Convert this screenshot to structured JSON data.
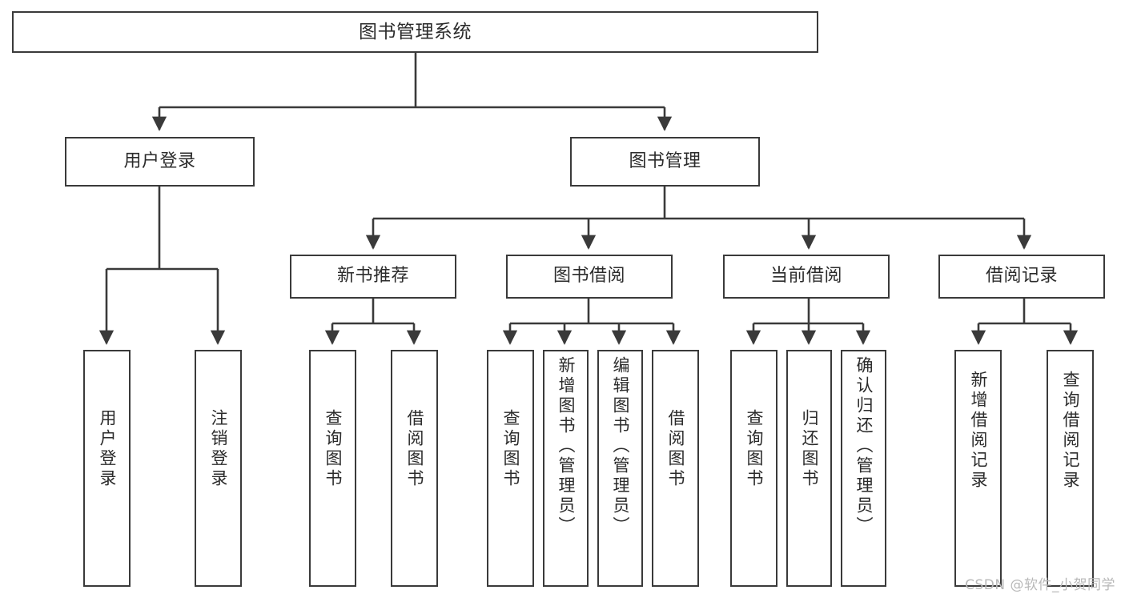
{
  "diagram": {
    "title": "图书管理系统",
    "type": "hierarchy-tree",
    "watermark": "CSDN @软件_小贺同学",
    "colors": {
      "background": "#ffffff",
      "box_border": "#3a3a3a",
      "box_fill": "#ffffff",
      "connector": "#3a3a3a",
      "text": "#2b2b2b",
      "watermark": "#b8b8b8"
    }
  },
  "root": {
    "label": "图书管理系统"
  },
  "level1": [
    {
      "label": "用户登录"
    },
    {
      "label": "图书管理"
    }
  ],
  "level2": [
    {
      "label": "新书推荐"
    },
    {
      "label": "图书借阅"
    },
    {
      "label": "当前借阅"
    },
    {
      "label": "借阅记录"
    }
  ],
  "leaves": {
    "user_login": [
      {
        "label": "用户登录"
      },
      {
        "label": "注销登录"
      }
    ],
    "new_book_recommend": [
      {
        "label": "查询图书"
      },
      {
        "label": "借阅图书"
      }
    ],
    "book_borrow": [
      {
        "label": "查询图书"
      },
      {
        "label": "新增图书（管理员）"
      },
      {
        "label": "编辑图书（管理员）"
      },
      {
        "label": "借阅图书"
      }
    ],
    "current_borrow": [
      {
        "label": "查询图书"
      },
      {
        "label": "归还图书"
      },
      {
        "label": "确认归还（管理员）"
      }
    ],
    "borrow_record": [
      {
        "label": "新增借阅记录"
      },
      {
        "label": "查询借阅记录"
      }
    ]
  }
}
